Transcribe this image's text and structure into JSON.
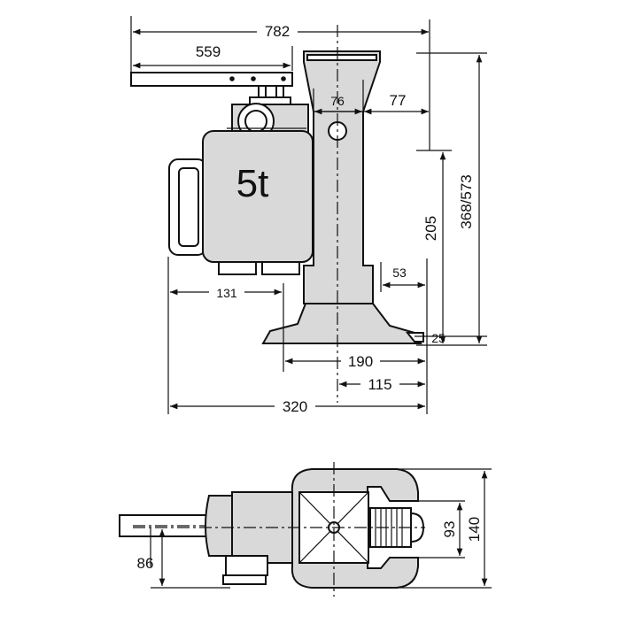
{
  "capacity_label": "5t",
  "dimensions": {
    "overall_lever_span": "782",
    "lever_length": "559",
    "head_width": "76",
    "head_offset": "77",
    "lift_stroke": "205",
    "total_height": "368/573",
    "handle_offset": "131",
    "toe_offset": "53",
    "toe_height": "25",
    "base_length": "190",
    "toe_length": "115",
    "overall_length": "320",
    "plan_handle_offset": "86",
    "plan_inner_width": "93",
    "plan_outer_width": "140"
  }
}
